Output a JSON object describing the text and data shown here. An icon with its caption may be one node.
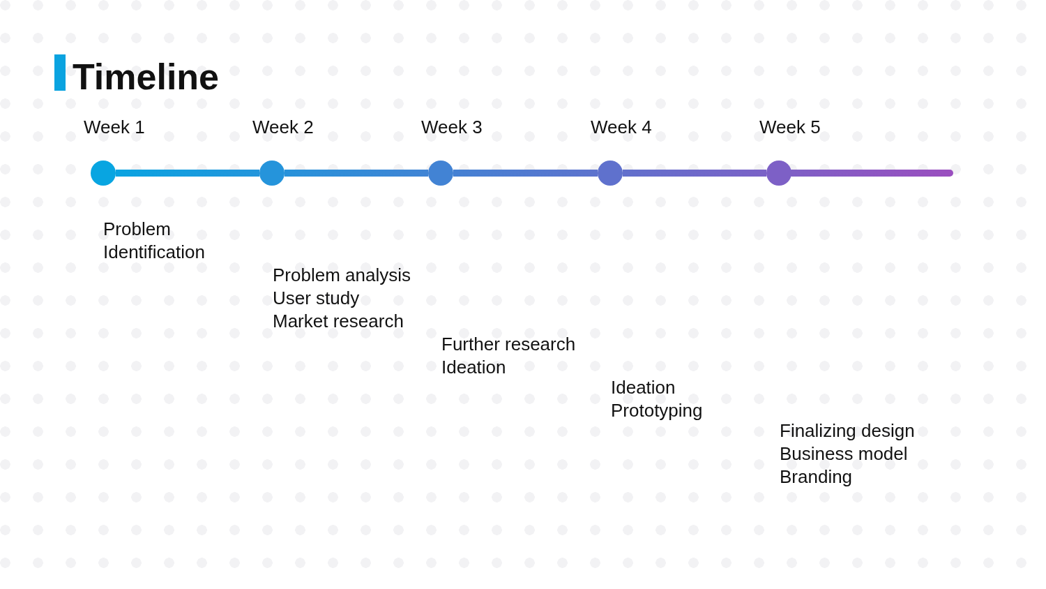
{
  "diagram": {
    "title": "Timeline",
    "nodes": [
      {
        "text": [
          "Week 1"
        ],
        "beside": [
          "Problem Identification"
        ]
      },
      {
        "text": [
          "Week 2"
        ],
        "beside": [
          "Problem analysis",
          "User study",
          "Market research"
        ]
      },
      {
        "text": [
          "Week 3"
        ],
        "beside": [
          "Further research",
          "Ideation"
        ]
      },
      {
        "text": [
          "Week 4"
        ],
        "beside": [
          "Ideation",
          "Prototyping"
        ]
      },
      {
        "text": [
          "Week 5"
        ],
        "beside": [
          "Finalizing design",
          "Business model",
          "Branding"
        ]
      }
    ],
    "edges": [
      {
        "from": 0,
        "to": 1,
        "arrow": "none"
      },
      {
        "from": 1,
        "to": 2,
        "arrow": "none"
      },
      {
        "from": 2,
        "to": 3,
        "arrow": "none"
      },
      {
        "from": 3,
        "to": 4,
        "arrow": "none"
      },
      {
        "from": 4,
        "to": null,
        "arrow": "none"
      }
    ]
  }
}
